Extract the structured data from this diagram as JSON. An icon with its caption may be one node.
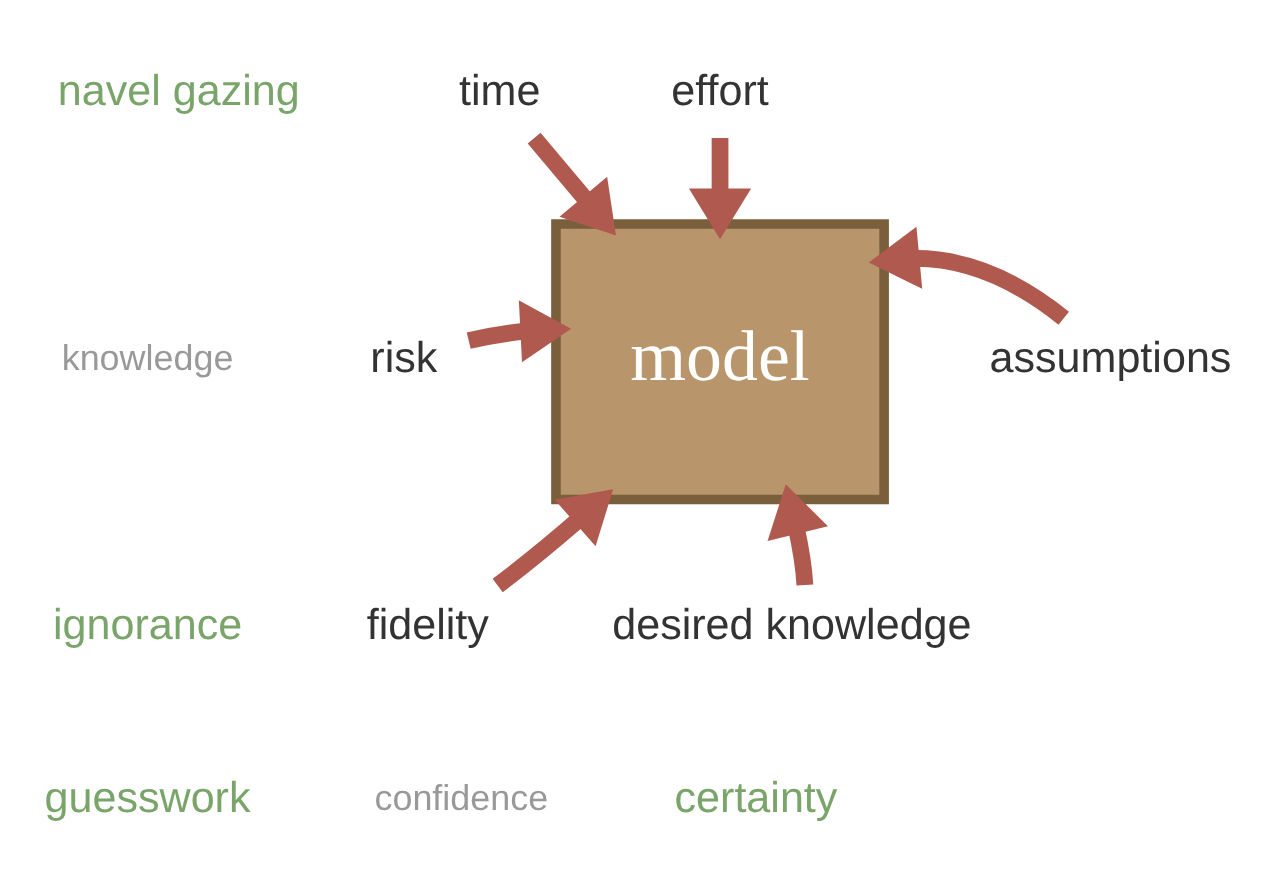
{
  "diagram": {
    "nodes": [
      {
        "text": [
          "model"
        ]
      },
      {
        "text": [
          "time"
        ]
      },
      {
        "text": [
          "effort"
        ]
      },
      {
        "text": [
          "risk"
        ]
      },
      {
        "text": [
          "assumptions"
        ]
      },
      {
        "text": [
          "fidelity"
        ]
      },
      {
        "text": [
          "desired knowledge"
        ]
      }
    ],
    "edges": [
      {
        "from": 1,
        "to": 0,
        "arrow": "to"
      },
      {
        "from": 2,
        "to": 0,
        "arrow": "to"
      },
      {
        "from": 3,
        "to": 0,
        "arrow": "to"
      },
      {
        "from": 4,
        "to": 0,
        "arrow": "to"
      },
      {
        "from": 5,
        "to": 0,
        "arrow": "to"
      },
      {
        "from": 6,
        "to": 0,
        "arrow": "to"
      }
    ],
    "labels": [
      "navel gazing",
      "knowledge",
      "ignorance",
      "guesswork",
      "confidence",
      "certainty"
    ]
  }
}
